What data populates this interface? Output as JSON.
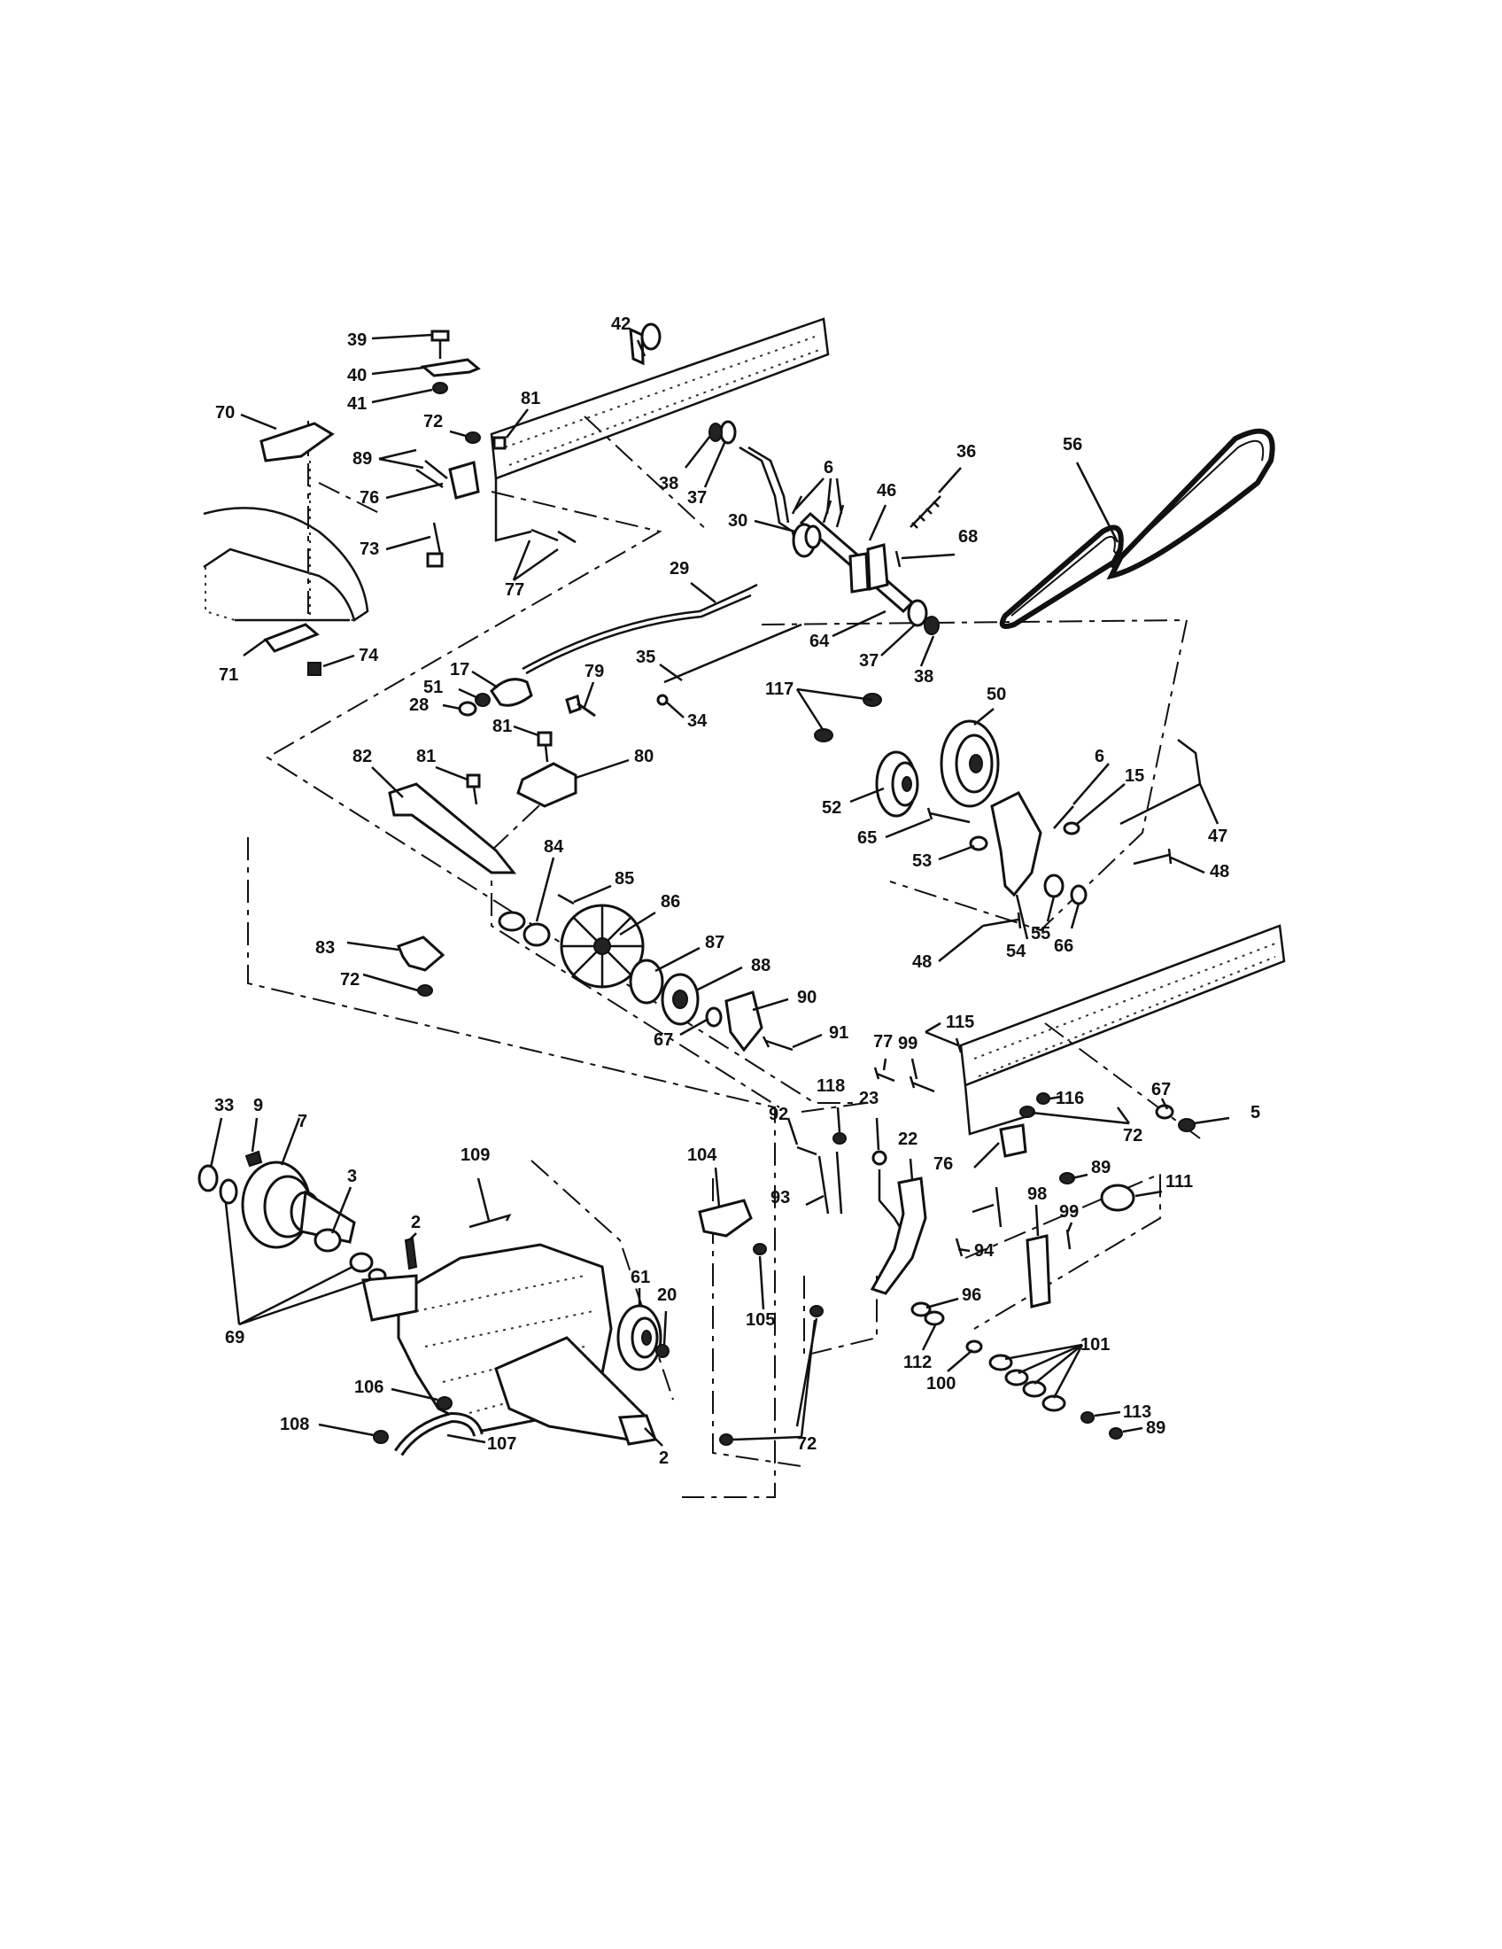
{
  "diagram": {
    "callouts": [
      "39",
      "40",
      "41",
      "42",
      "70",
      "72",
      "81",
      "89",
      "76",
      "73",
      "77",
      "38",
      "37",
      "30",
      "6",
      "46",
      "36",
      "56",
      "68",
      "29",
      "64",
      "37",
      "38",
      "71",
      "74",
      "17",
      "51",
      "28",
      "79",
      "35",
      "34",
      "117",
      "50",
      "81",
      "80",
      "82",
      "81",
      "6",
      "15",
      "52",
      "65",
      "53",
      "47",
      "48",
      "84",
      "85",
      "86",
      "48",
      "55",
      "66",
      "54",
      "83",
      "72",
      "87",
      "88",
      "90",
      "67",
      "91",
      "115",
      "77",
      "99",
      "67",
      "5",
      "116",
      "72",
      "33",
      "9",
      "7",
      "3",
      "109",
      "104",
      "92",
      "118",
      "23",
      "22",
      "76",
      "89",
      "111",
      "93",
      "98",
      "99",
      "2",
      "94",
      "61",
      "20",
      "96",
      "105",
      "112",
      "100",
      "101",
      "69",
      "106",
      "113",
      "89",
      "108",
      "107",
      "2",
      "72"
    ]
  }
}
